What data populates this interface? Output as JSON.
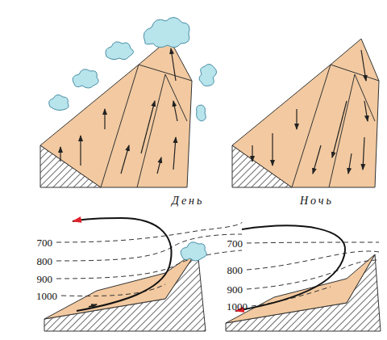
{
  "diagram": {
    "labels": [
      "День",
      "Ночь",
      "700",
      "800",
      "900",
      "1000",
      "700",
      "800",
      "900",
      "1000"
    ]
  }
}
